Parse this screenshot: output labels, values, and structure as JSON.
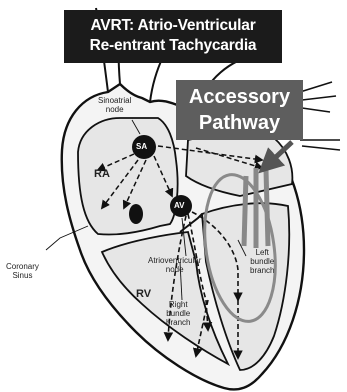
{
  "title": {
    "line1": "AVRT: Atrio-Ventricular",
    "line2": "Re-entrant Tachycardia"
  },
  "callout": {
    "line1": "Accessory",
    "line2": "Pathway"
  },
  "labels": {
    "sinoatrial_1": "Sinoatrial",
    "sinoatrial_2": "node",
    "sa": "SA",
    "ra": "RA",
    "av": "AV",
    "atrioventricular_1": "Atrioventricular",
    "atrioventricular_2": "node",
    "rv": "RV",
    "right_bundle_1": "Right",
    "right_bundle_2": "bundle",
    "right_bundle_3": "branch",
    "left_bundle_1": "Left",
    "left_bundle_2": "bundle",
    "left_bundle_3": "branch",
    "coronary_1": "Coronary",
    "coronary_2": "Sinus"
  },
  "colors": {
    "chamber_fill": "#e6e6e6",
    "outline": "#111111",
    "pathway_gray": "#8a8a8a",
    "title_bg": "#1b1b1b",
    "callout_bg": "#5e5e5e"
  }
}
